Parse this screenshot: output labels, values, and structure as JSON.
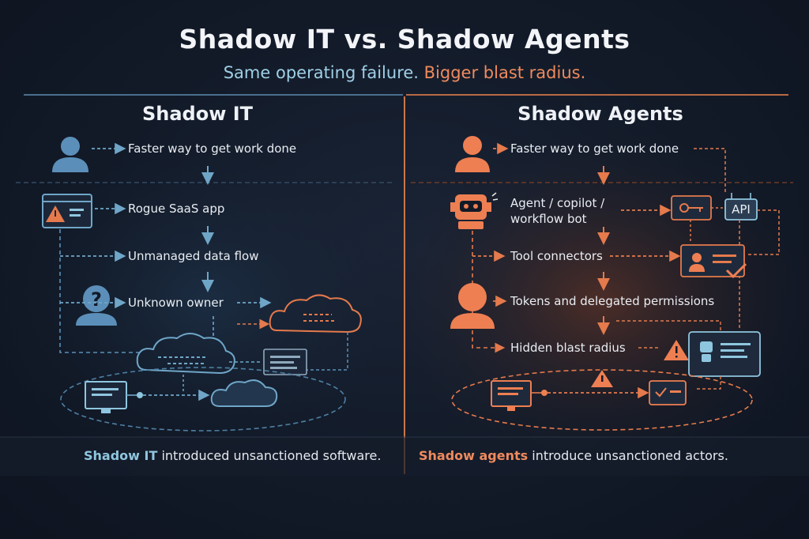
{
  "title": "Shadow IT vs. Shadow Agents",
  "subtitle": {
    "part1": "Same operating failure.",
    "part2": "Bigger blast radius."
  },
  "colors": {
    "blue": "#5b8fb9",
    "blue_light": "#8fc6df",
    "orange": "#f08a5d",
    "orange_dark": "#d9683a",
    "background": "#121a28"
  },
  "left": {
    "title": "Shadow IT",
    "steps": [
      {
        "icon": "user-icon",
        "label": "Faster way to get work done"
      },
      {
        "icon": "warning-window-icon",
        "label": "Rogue SaaS app"
      },
      {
        "icon": "",
        "label": "Unmanaged data flow"
      },
      {
        "icon": "unknown-user-icon",
        "label": "Unknown owner"
      }
    ],
    "footer_highlight": "Shadow IT",
    "footer_rest": " introduced unsanctioned software."
  },
  "right": {
    "title": "Shadow Agents",
    "steps": [
      {
        "icon": "user-icon",
        "label": "Faster way to get work done"
      },
      {
        "icon": "robot-icon",
        "label_line1": "Agent / copilot /",
        "label_line2": "workflow bot"
      },
      {
        "icon": "",
        "label": "Tool connectors"
      },
      {
        "icon": "user-icon",
        "label": "Tokens and delegated permissions"
      },
      {
        "icon": "",
        "label": "Hidden blast radius"
      }
    ],
    "api_label": "API",
    "footer_highlight": "Shadow agents",
    "footer_rest": " introduce unsanctioned actors."
  }
}
